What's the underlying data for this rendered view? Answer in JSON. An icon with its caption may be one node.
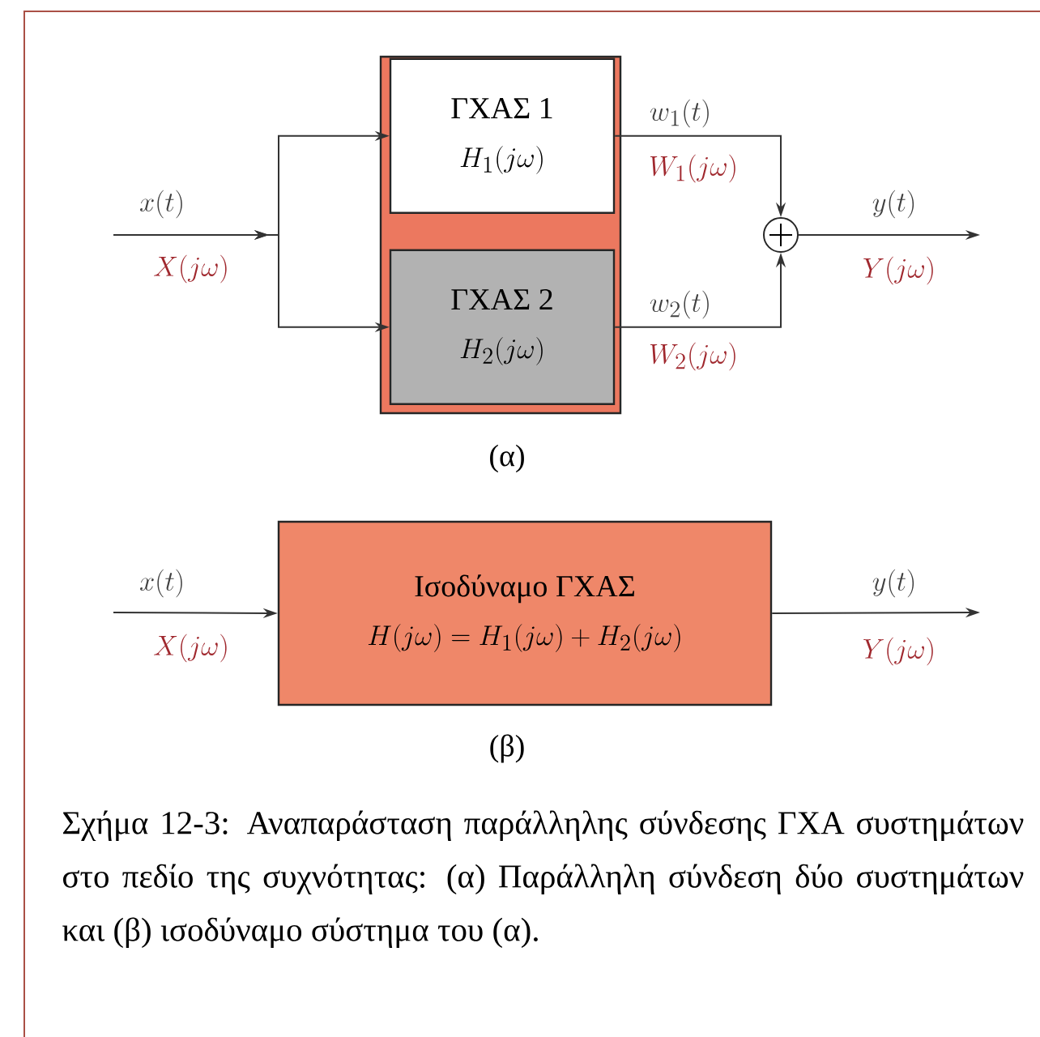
{
  "diagram": {
    "caption": "Σχήμα 12-3: Αναπαράσταση παράλληλης σύνδεσης ΓΧΑ συστημάτων στο πεδίο της συχνότητας: (α) Παράλληλη σύνδεση δύο συστημάτων και (β) ισοδύναμο σύστημα του (α).",
    "nodes": [
      {
        "text": [],
        "shape": "box"
      },
      {
        "text": [
          "ΓΧΑΣ 1",
          "H_1(j\\omega)"
        ],
        "in": 0
      },
      {
        "text": [
          "ΓΧΑΣ 2",
          "H_2(j\\omega)"
        ],
        "in": 0
      },
      {
        "text": [],
        "shape": "circle"
      },
      {
        "text": [
          "Ισοδύναμο ΓΧΑΣ",
          "H(j\\omega) = H_1(j\\omega) + H_2(j\\omega)"
        ]
      }
    ],
    "edges": [
      {
        "from": null,
        "to": 1,
        "arrow": "to",
        "label": "x(t)"
      },
      {
        "from": null,
        "to": 2,
        "arrow": "to"
      },
      {
        "from": 1,
        "to": 3,
        "arrow": "to",
        "label": "w_1(t)"
      },
      {
        "from": 2,
        "to": 3,
        "arrow": "to",
        "label": "w_2(t)"
      },
      {
        "from": 3,
        "to": null,
        "arrow": "to",
        "label": "y(t)"
      },
      {
        "from": null,
        "to": 4,
        "arrow": "to",
        "label": "x(t)"
      },
      {
        "from": 4,
        "to": null,
        "arrow": "to",
        "label": "y(t)"
      }
    ],
    "labels": [
      "X(j\\omega)",
      "W_1(j\\omega)",
      "W_2(j\\omega)",
      "Y(j\\omega)",
      "(α)",
      "X(j\\omega)",
      "Y(j\\omega)",
      "(β)"
    ]
  }
}
